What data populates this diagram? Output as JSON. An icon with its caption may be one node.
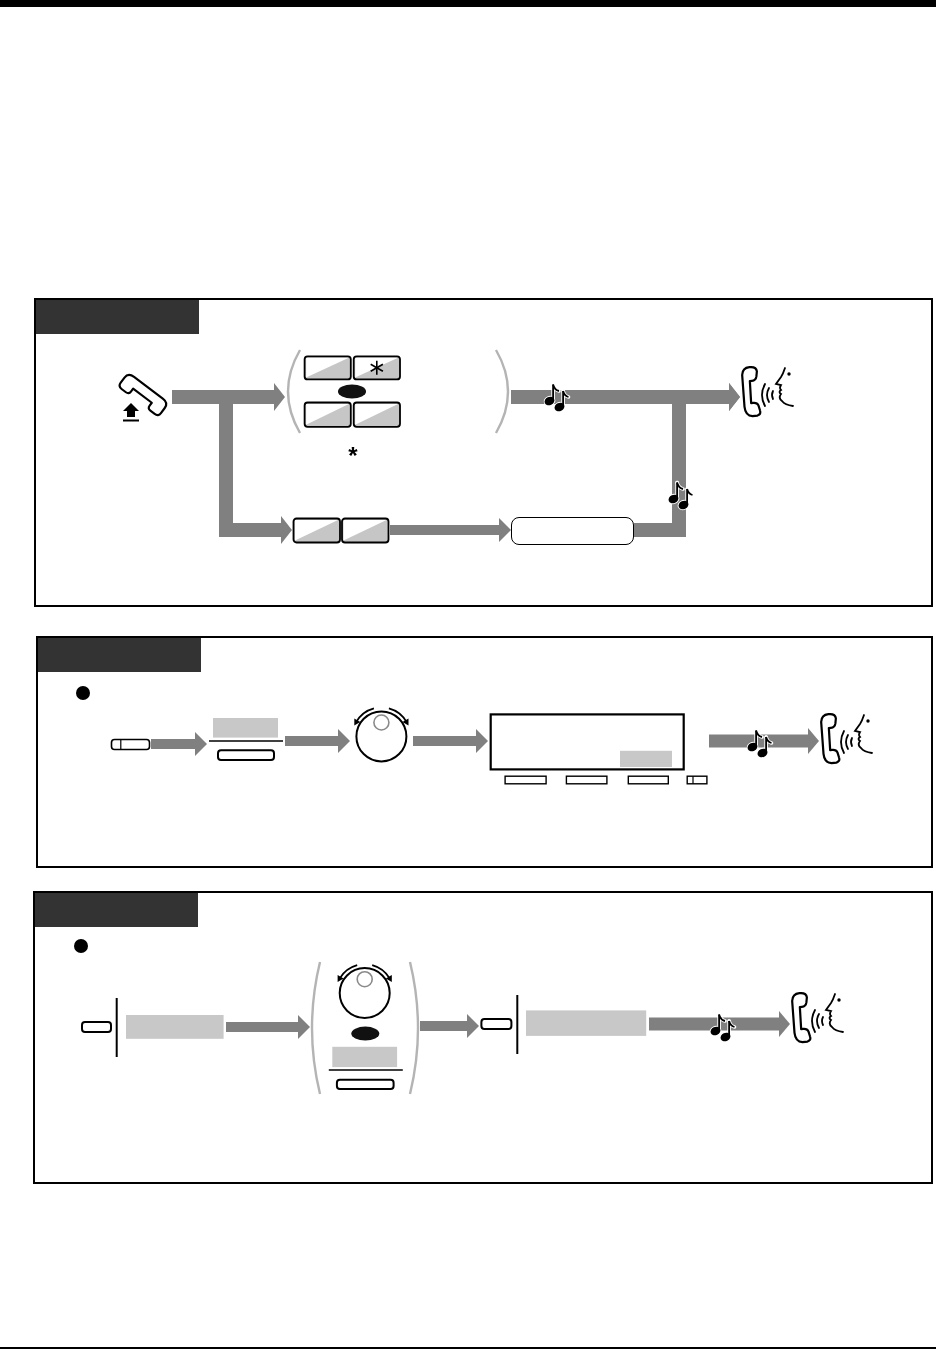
{
  "diagram": {
    "nodes": [
      {
        "text": [],
        "shape": "box"
      },
      {
        "text": [],
        "shape": "picture",
        "in": 0
      },
      {
        "text": [],
        "shape": "picture",
        "in": 0,
        "beside": [
          "*"
        ]
      },
      {
        "text": [],
        "shape": "picture",
        "in": 0
      },
      {
        "text": [],
        "shape": "box",
        "in": 0
      },
      {
        "text": [],
        "shape": "picture",
        "in": 0
      },
      {
        "text": [],
        "shape": "box"
      },
      {
        "text": [],
        "shape": "picture",
        "in": 6
      },
      {
        "text": [],
        "shape": "picture",
        "in": 6
      },
      {
        "text": [],
        "shape": "picture",
        "in": 6
      },
      {
        "text": [],
        "shape": "picture",
        "in": 6
      },
      {
        "text": [],
        "shape": "picture",
        "in": 6
      },
      {
        "text": [],
        "shape": "box"
      },
      {
        "text": [],
        "shape": "picture",
        "in": 12
      },
      {
        "text": [],
        "shape": "picture",
        "in": 12
      },
      {
        "text": [],
        "shape": "picture",
        "in": 12
      },
      {
        "text": [],
        "shape": "picture",
        "in": 12
      }
    ],
    "edges": [
      {
        "from": 1,
        "to": 2,
        "arrow": "to"
      },
      {
        "from": 1,
        "to": 3,
        "arrow": "to"
      },
      {
        "from": 2,
        "to": 5,
        "arrow": "to"
      },
      {
        "from": 3,
        "to": 4,
        "arrow": "to"
      },
      {
        "from": 4,
        "to": 5,
        "arrow": "to"
      },
      {
        "from": 7,
        "to": 8,
        "arrow": "to"
      },
      {
        "from": 8,
        "to": 9,
        "arrow": "to"
      },
      {
        "from": 9,
        "to": 10,
        "arrow": "to"
      },
      {
        "from": 10,
        "to": 11,
        "arrow": "to"
      },
      {
        "from": 13,
        "to": 14,
        "arrow": "to"
      },
      {
        "from": 14,
        "to": 15,
        "arrow": "to"
      },
      {
        "from": 15,
        "to": 16,
        "arrow": "to"
      }
    ]
  }
}
